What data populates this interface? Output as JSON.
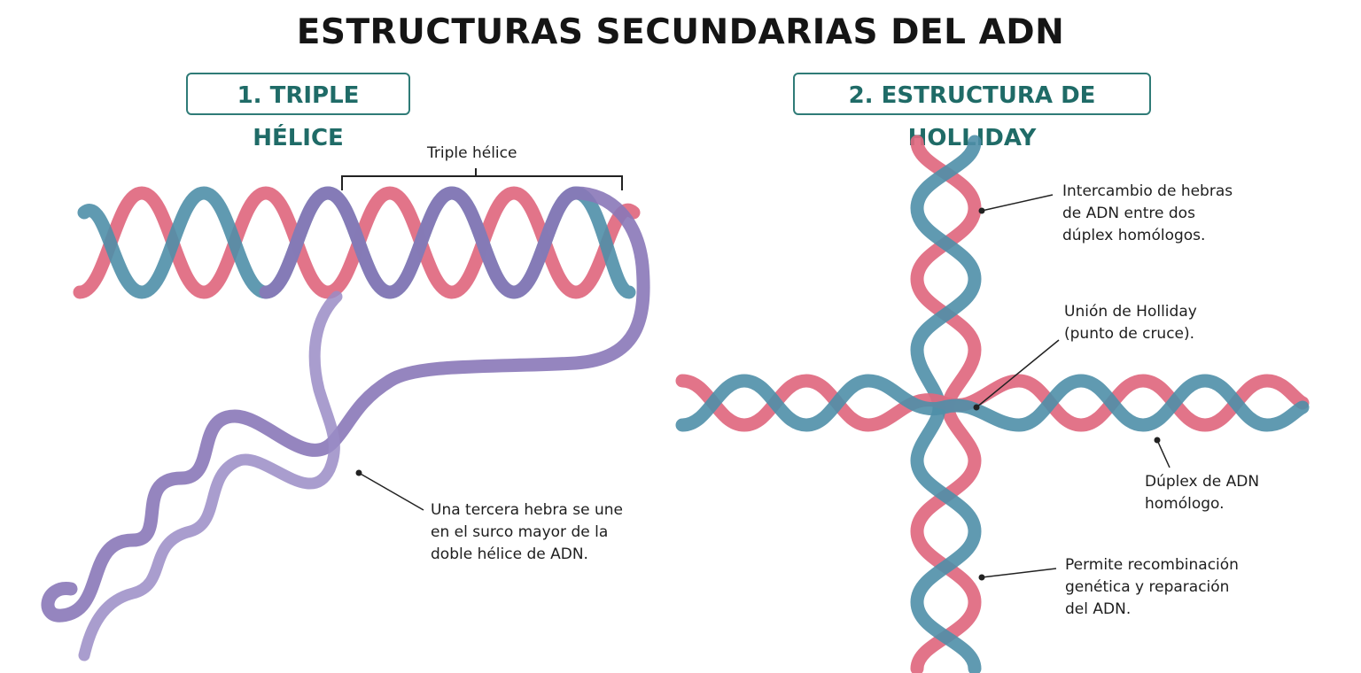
{
  "title": "ESTRUCTURAS SECUNDARIAS DEL ADN",
  "sections": [
    {
      "heading": "1. TRIPLE HÉLICE",
      "bracket_label": "Triple hélice",
      "annotation": [
        "Una tercera hebra se une",
        "en el surco mayor de la",
        "doble hélice de ADN."
      ]
    },
    {
      "heading": "2. ESTRUCTURA DE HOLLIDAY",
      "annotations": [
        [
          "Intercambio de hebras",
          "de ADN entre dos",
          "dúplex homólogos."
        ],
        [
          "Unión de Holliday",
          "(punto de cruce)."
        ],
        [
          "Dúplex de ADN",
          "homólogo."
        ],
        [
          "Permite recombinación",
          "genética y reparación",
          "del ADN."
        ]
      ]
    }
  ],
  "colors": {
    "strand_pink": "#e0687f",
    "strand_blue": "#4f8fa8",
    "strand_purple": "#8a78b8",
    "accent_teal": "#2f7b77"
  }
}
